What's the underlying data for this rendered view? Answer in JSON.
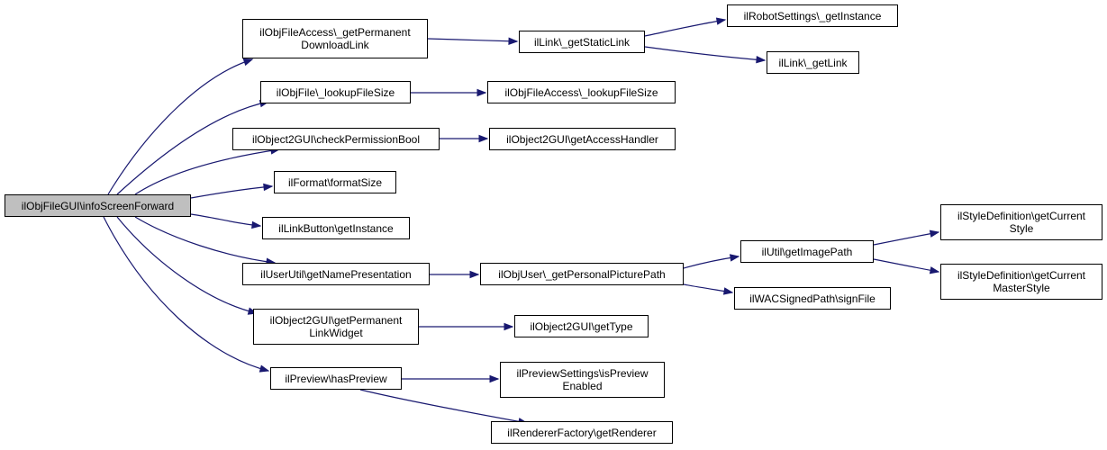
{
  "colors": {
    "edge": "#191970",
    "root_fill": "#bfbfbf",
    "node_fill": "#ffffff",
    "border": "#000000"
  },
  "nodes": {
    "root": "ilObjFileGUI\\infoScreenForward",
    "getPermanentDownloadLink": "ilObjFileAccess\\_getPermanent\nDownloadLink",
    "lookupFileSize": "ilObjFile\\_lookupFileSize",
    "checkPermissionBool": "ilObject2GUI\\checkPermissionBool",
    "formatSize": "ilFormat\\formatSize",
    "linkButtonGetInstance": "ilLinkButton\\getInstance",
    "getNamePresentation": "ilUserUtil\\getNamePresentation",
    "getPermanentLinkWidget": "ilObject2GUI\\getPermanent\nLinkWidget",
    "hasPreview": "ilPreview\\hasPreview",
    "getStaticLink": "ilLink\\_getStaticLink",
    "robotGetInstance": "ilRobotSettings\\_getInstance",
    "getLink": "ilLink\\_getLink",
    "accessLookupFileSize": "ilObjFileAccess\\_lookupFileSize",
    "getAccessHandler": "ilObject2GUI\\getAccessHandler",
    "getPersonalPicturePath": "ilObjUser\\_getPersonalPicturePath",
    "getImagePath": "ilUtil\\getImagePath",
    "getCurrentStyle": "ilStyleDefinition\\getCurrent\nStyle",
    "getCurrentMasterStyle": "ilStyleDefinition\\getCurrent\nMasterStyle",
    "signFile": "ilWACSignedPath\\signFile",
    "getType": "ilObject2GUI\\getType",
    "isPreviewEnabled": "ilPreviewSettings\\isPreview\nEnabled",
    "getRenderer": "ilRendererFactory\\getRenderer"
  }
}
